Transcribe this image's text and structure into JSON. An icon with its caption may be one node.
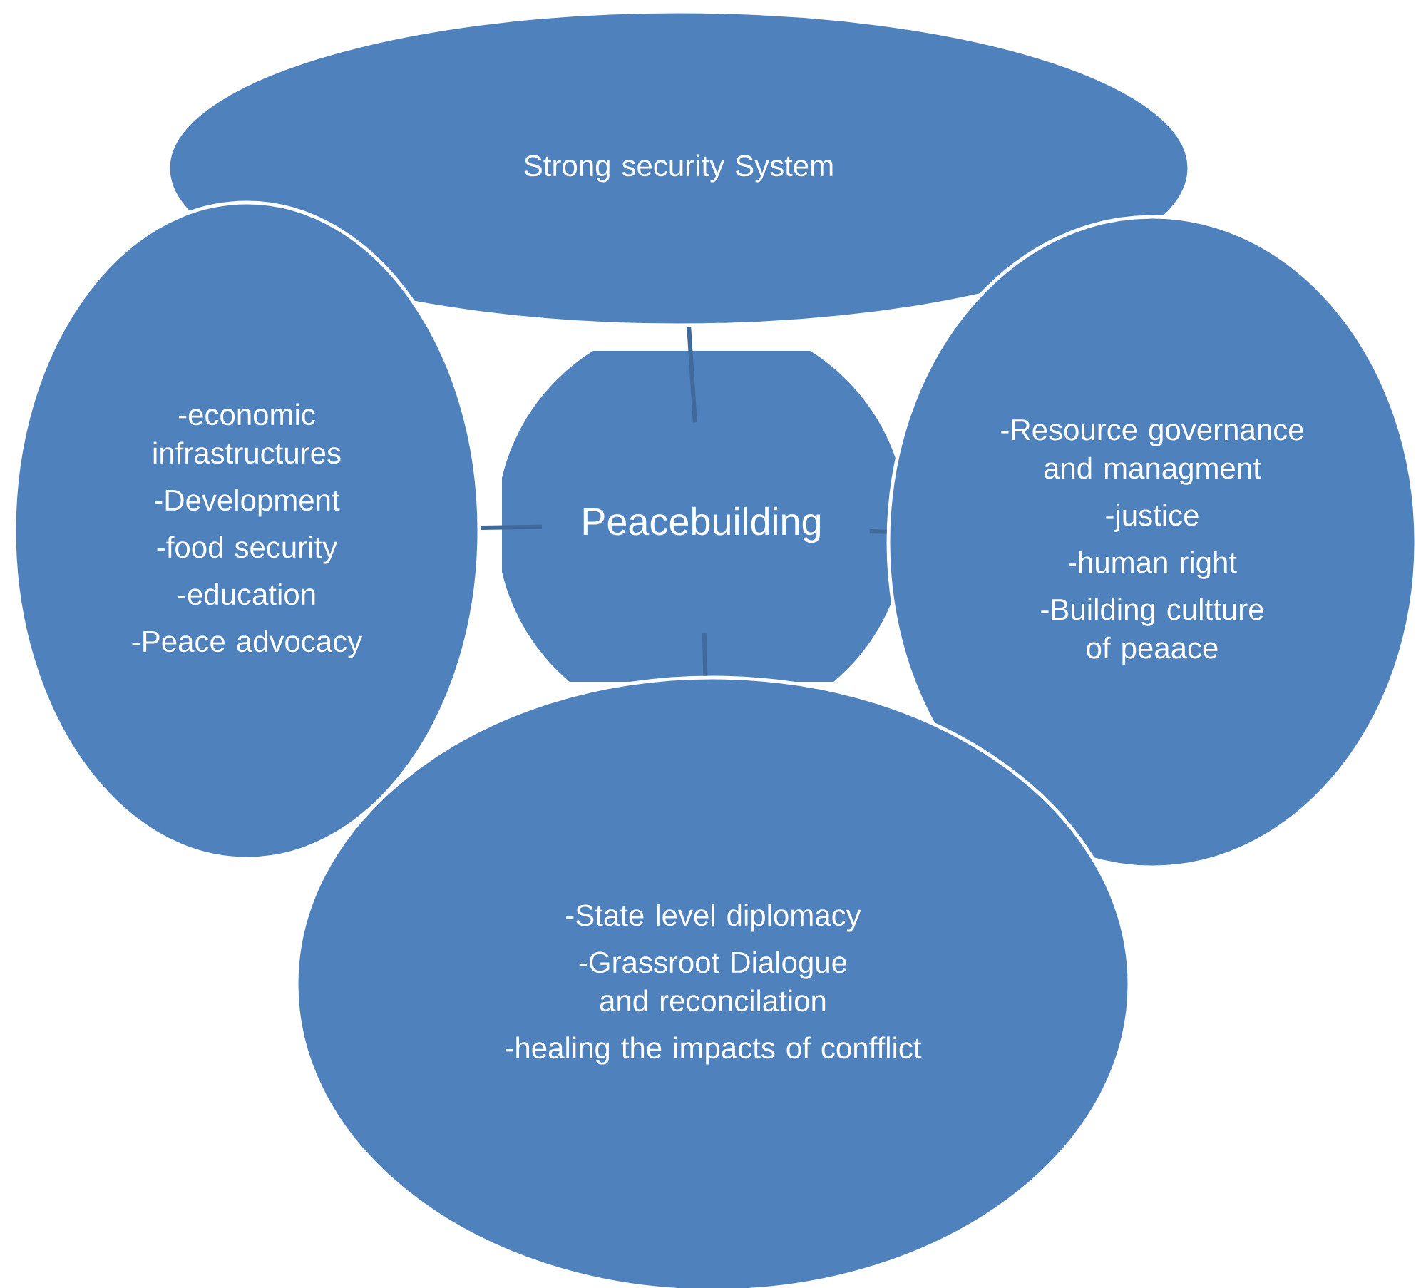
{
  "diagram": {
    "nodes": [
      {
        "text": [
          "Strong security System"
        ]
      },
      {
        "text": [
          "-economic infrastructures",
          "-Development",
          "-food security",
          "-education",
          "-Peace advocacy"
        ]
      },
      {
        "text": [
          "Peacebuilding"
        ]
      },
      {
        "text": [
          "-Resource governance and managment",
          "-justice",
          "-human right",
          "-Building cultture of peaace"
        ]
      },
      {
        "text": [
          "-State level diplomacy",
          "-Grassroot Dialogue and reconcilation",
          "-healing the impacts of confflict"
        ]
      }
    ],
    "edges": [
      {
        "from": 2,
        "to": 0,
        "arrow": "none"
      },
      {
        "from": 2,
        "to": 1,
        "arrow": "none"
      },
      {
        "from": 2,
        "to": 3,
        "arrow": "none"
      },
      {
        "from": 2,
        "to": 4,
        "arrow": "none"
      }
    ]
  }
}
